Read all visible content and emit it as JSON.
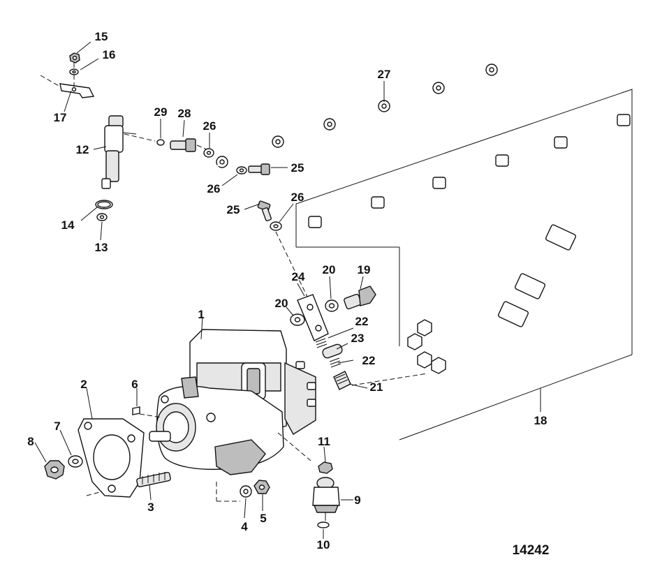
{
  "diagram": {
    "figure_number": "14242",
    "callouts": [
      {
        "id": "c1",
        "text": "1"
      },
      {
        "id": "c2",
        "text": "2"
      },
      {
        "id": "c3",
        "text": "3"
      },
      {
        "id": "c4",
        "text": "4"
      },
      {
        "id": "c5",
        "text": "5"
      },
      {
        "id": "c6",
        "text": "6"
      },
      {
        "id": "c7",
        "text": "7"
      },
      {
        "id": "c8",
        "text": "8"
      },
      {
        "id": "c9",
        "text": "9"
      },
      {
        "id": "c10",
        "text": "10"
      },
      {
        "id": "c11",
        "text": "11"
      },
      {
        "id": "c12",
        "text": "12"
      },
      {
        "id": "c13",
        "text": "13"
      },
      {
        "id": "c14",
        "text": "14"
      },
      {
        "id": "c15",
        "text": "15"
      },
      {
        "id": "c16",
        "text": "16"
      },
      {
        "id": "c17",
        "text": "17"
      },
      {
        "id": "c18",
        "text": "18"
      },
      {
        "id": "c19",
        "text": "19"
      },
      {
        "id": "c20a",
        "text": "20"
      },
      {
        "id": "c20b",
        "text": "20"
      },
      {
        "id": "c21",
        "text": "21"
      },
      {
        "id": "c22a",
        "text": "22"
      },
      {
        "id": "c22b",
        "text": "22"
      },
      {
        "id": "c23",
        "text": "23"
      },
      {
        "id": "c24",
        "text": "24"
      },
      {
        "id": "c25a",
        "text": "25"
      },
      {
        "id": "c25b",
        "text": "25"
      },
      {
        "id": "c26a",
        "text": "26"
      },
      {
        "id": "c26b",
        "text": "26"
      },
      {
        "id": "c26c",
        "text": "26"
      },
      {
        "id": "c27",
        "text": "27"
      },
      {
        "id": "c28",
        "text": "28"
      },
      {
        "id": "c29",
        "text": "29"
      }
    ]
  }
}
